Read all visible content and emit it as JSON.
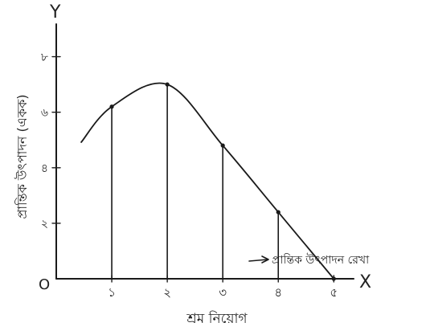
{
  "chart_data": {
    "type": "line",
    "x": [
      1,
      2,
      3,
      4,
      5
    ],
    "y": [
      6.2,
      7.0,
      4.8,
      2.4,
      0
    ],
    "xlim": [
      0,
      5.3
    ],
    "ylim": [
      0,
      9
    ],
    "x_ticks": [
      "১",
      "২",
      "৩",
      "৪",
      "৫"
    ],
    "y_ticks": [
      {
        "value": 2,
        "label": "২"
      },
      {
        "value": 4,
        "label": "৪"
      },
      {
        "value": 6,
        "label": "৬"
      },
      {
        "value": 8,
        "label": "৮"
      }
    ],
    "origin_label": "O",
    "x_axis_letter": "X",
    "y_axis_letter": "Y",
    "xlabel": "শ্রম নিয়োগ",
    "ylabel": "প্রান্তিক উৎপাদন (একক)",
    "annotation": "প্রান্তিক উৎপাদন রেখা",
    "grid": false,
    "drop_lines": true
  }
}
